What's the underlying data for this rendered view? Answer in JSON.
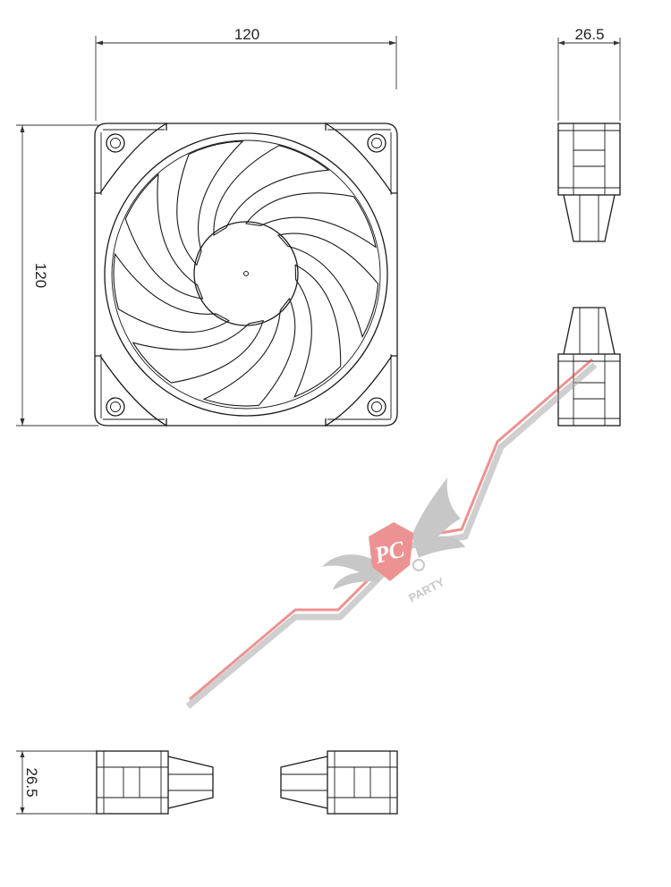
{
  "front_view": {
    "width_dimension": "120",
    "height_dimension": "120"
  },
  "side_view": {
    "depth_dimension": "26.5"
  },
  "bottom_view": {
    "depth_dimension": "26.5"
  },
  "watermark": {
    "monogram": "PC",
    "wordmark": "PARTY",
    "colors": {
      "red": "#e03a3a",
      "gray": "#9a9a9a"
    }
  }
}
